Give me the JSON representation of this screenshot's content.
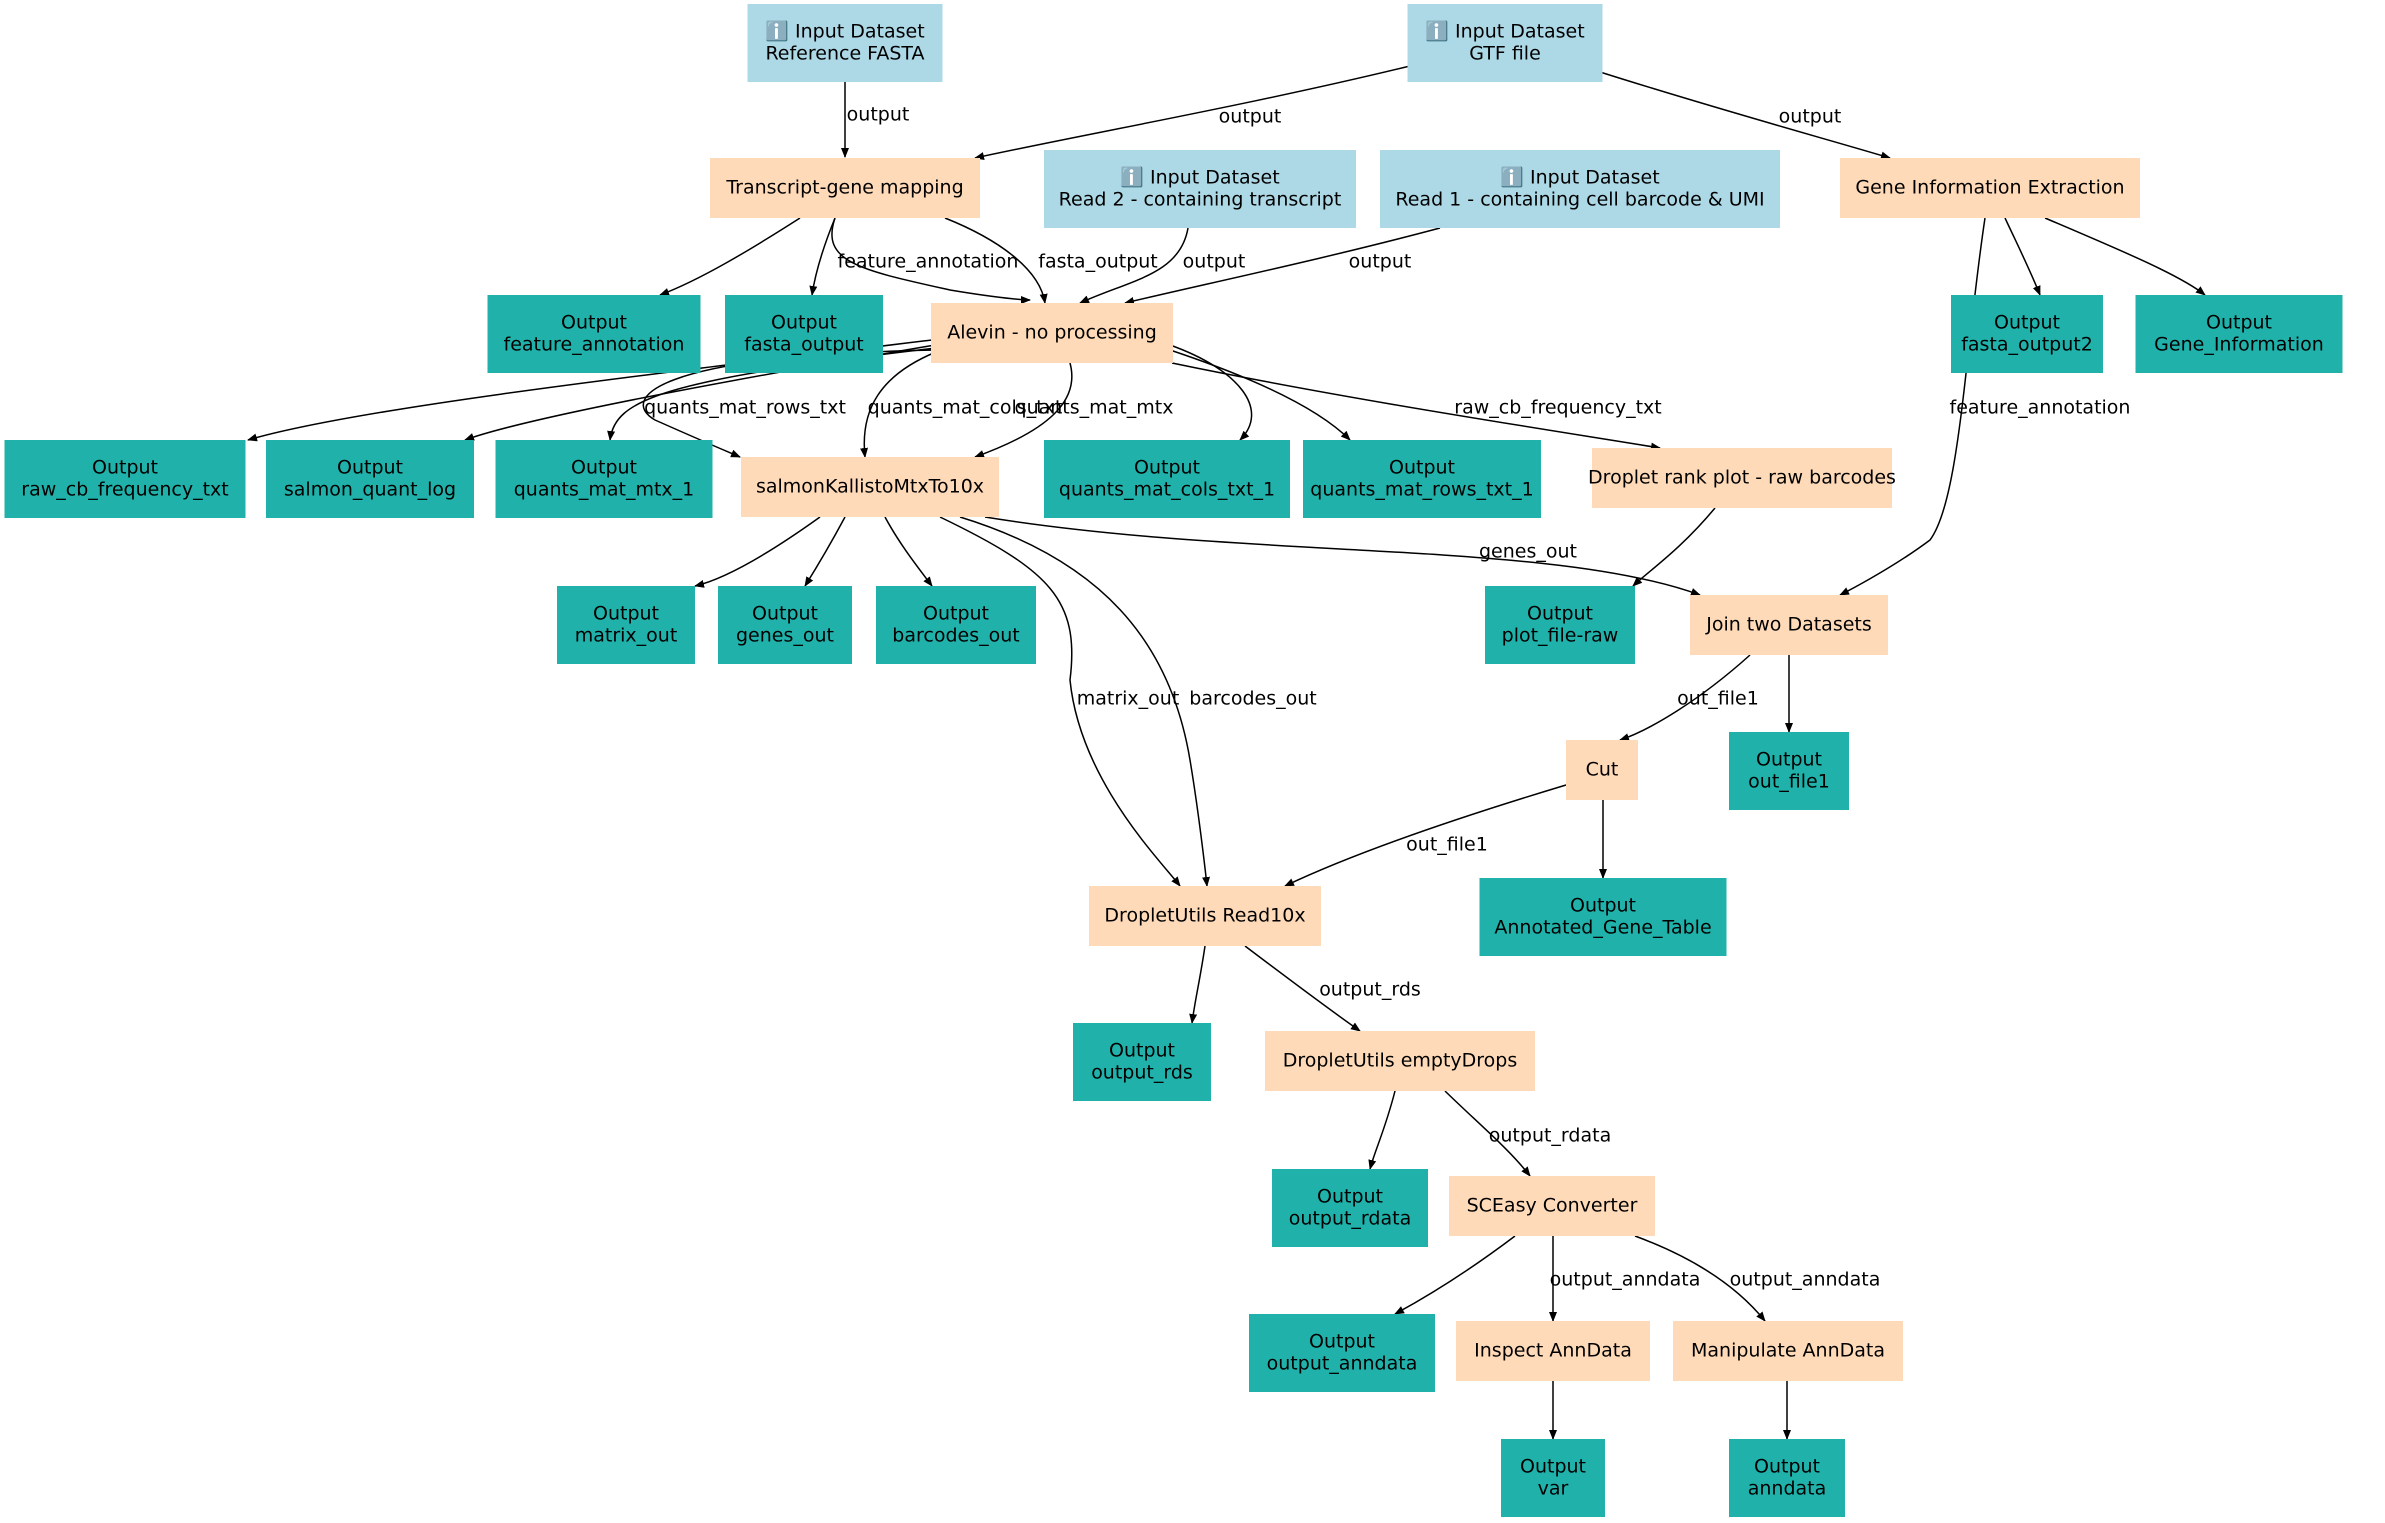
{
  "colors": {
    "input": "#add8e6",
    "tool": "#ffdab9",
    "output": "#20b2aa",
    "edge": "#000000",
    "text": "#000000"
  },
  "nodes": [
    {
      "id": "in_fasta",
      "kind": "input",
      "lines": [
        "ℹ️ Input Dataset",
        "Reference FASTA"
      ]
    },
    {
      "id": "in_gtf",
      "kind": "input",
      "lines": [
        "ℹ️ Input Dataset",
        "GTF file"
      ]
    },
    {
      "id": "in_read2",
      "kind": "input",
      "lines": [
        "ℹ️ Input Dataset",
        "Read 2 - containing transcript"
      ]
    },
    {
      "id": "in_read1",
      "kind": "input",
      "lines": [
        "ℹ️ Input Dataset",
        "Read 1 - containing cell barcode & UMI"
      ]
    },
    {
      "id": "t_map",
      "kind": "tool",
      "lines": [
        "Transcript-gene mapping"
      ]
    },
    {
      "id": "t_gene",
      "kind": "tool",
      "lines": [
        "Gene Information Extraction"
      ]
    },
    {
      "id": "o_feat",
      "kind": "output",
      "lines": [
        "Output",
        "feature_annotation"
      ]
    },
    {
      "id": "o_fasta",
      "kind": "output",
      "lines": [
        "Output",
        "fasta_output"
      ]
    },
    {
      "id": "t_alevin",
      "kind": "tool",
      "lines": [
        "Alevin - no processing"
      ]
    },
    {
      "id": "o_fasta2",
      "kind": "output",
      "lines": [
        "Output",
        "fasta_output2"
      ]
    },
    {
      "id": "o_geneinfo",
      "kind": "output",
      "lines": [
        "Output",
        "Gene_Information"
      ]
    },
    {
      "id": "o_rawcb",
      "kind": "output",
      "lines": [
        "Output",
        "raw_cb_frequency_txt"
      ]
    },
    {
      "id": "o_salmonlog",
      "kind": "output",
      "lines": [
        "Output",
        "salmon_quant_log"
      ]
    },
    {
      "id": "o_mtx1",
      "kind": "output",
      "lines": [
        "Output",
        "quants_mat_mtx_1"
      ]
    },
    {
      "id": "t_salmon",
      "kind": "tool",
      "lines": [
        "salmonKallistoMtxTo10x"
      ]
    },
    {
      "id": "o_cols1",
      "kind": "output",
      "lines": [
        "Output",
        "quants_mat_cols_txt_1"
      ]
    },
    {
      "id": "o_rows1",
      "kind": "output",
      "lines": [
        "Output",
        "quants_mat_rows_txt_1"
      ]
    },
    {
      "id": "t_rank",
      "kind": "tool",
      "lines": [
        "Droplet rank plot - raw barcodes"
      ]
    },
    {
      "id": "o_matrix",
      "kind": "output",
      "lines": [
        "Output",
        "matrix_out"
      ]
    },
    {
      "id": "o_genes",
      "kind": "output",
      "lines": [
        "Output",
        "genes_out"
      ]
    },
    {
      "id": "o_barcodes",
      "kind": "output",
      "lines": [
        "Output",
        "barcodes_out"
      ]
    },
    {
      "id": "o_plot",
      "kind": "output",
      "lines": [
        "Output",
        "plot_file-raw"
      ]
    },
    {
      "id": "t_join",
      "kind": "tool",
      "lines": [
        "Join two Datasets"
      ]
    },
    {
      "id": "t_cut",
      "kind": "tool",
      "lines": [
        "Cut"
      ]
    },
    {
      "id": "o_outfile1",
      "kind": "output",
      "lines": [
        "Output",
        "out_file1"
      ]
    },
    {
      "id": "t_read10x",
      "kind": "tool",
      "lines": [
        "DropletUtils Read10x"
      ]
    },
    {
      "id": "o_annot",
      "kind": "output",
      "lines": [
        "Output",
        "Annotated_Gene_Table"
      ]
    },
    {
      "id": "o_rds",
      "kind": "output",
      "lines": [
        "Output",
        "output_rds"
      ]
    },
    {
      "id": "t_empty",
      "kind": "tool",
      "lines": [
        "DropletUtils emptyDrops"
      ]
    },
    {
      "id": "o_rdata",
      "kind": "output",
      "lines": [
        "Output",
        "output_rdata"
      ]
    },
    {
      "id": "t_sceasy",
      "kind": "tool",
      "lines": [
        "SCEasy Converter"
      ]
    },
    {
      "id": "o_anndata_out",
      "kind": "output",
      "lines": [
        "Output",
        "output_anndata"
      ]
    },
    {
      "id": "t_inspect",
      "kind": "tool",
      "lines": [
        "Inspect AnnData"
      ]
    },
    {
      "id": "t_manip",
      "kind": "tool",
      "lines": [
        "Manipulate AnnData"
      ]
    },
    {
      "id": "o_var",
      "kind": "output",
      "lines": [
        "Output",
        "var"
      ]
    },
    {
      "id": "o_anndata",
      "kind": "output",
      "lines": [
        "Output",
        "anndata"
      ]
    }
  ],
  "edges": [
    {
      "from": "in_fasta",
      "to": "t_map",
      "label": "output"
    },
    {
      "from": "in_gtf",
      "to": "t_map",
      "label": "output"
    },
    {
      "from": "in_gtf",
      "to": "t_gene",
      "label": "output"
    },
    {
      "from": "t_map",
      "to": "o_feat",
      "label": ""
    },
    {
      "from": "t_map",
      "to": "o_fasta",
      "label": ""
    },
    {
      "from": "t_map",
      "to": "t_alevin",
      "label": "feature_annotation"
    },
    {
      "from": "t_map",
      "to": "t_alevin",
      "label": "fasta_output"
    },
    {
      "from": "in_read2",
      "to": "t_alevin",
      "label": "output"
    },
    {
      "from": "in_read1",
      "to": "t_alevin",
      "label": "output"
    },
    {
      "from": "t_gene",
      "to": "o_fasta2",
      "label": ""
    },
    {
      "from": "t_gene",
      "to": "o_geneinfo",
      "label": ""
    },
    {
      "from": "t_gene",
      "to": "t_join",
      "label": "feature_annotation"
    },
    {
      "from": "t_alevin",
      "to": "o_rawcb",
      "label": ""
    },
    {
      "from": "t_alevin",
      "to": "o_salmonlog",
      "label": ""
    },
    {
      "from": "t_alevin",
      "to": "o_mtx1",
      "label": ""
    },
    {
      "from": "t_alevin",
      "to": "t_salmon",
      "label": "quants_mat_rows_txt"
    },
    {
      "from": "t_alevin",
      "to": "t_salmon",
      "label": "quants_mat_cols_txt"
    },
    {
      "from": "t_alevin",
      "to": "t_salmon",
      "label": "quants_mat_mtx"
    },
    {
      "from": "t_alevin",
      "to": "o_cols1",
      "label": ""
    },
    {
      "from": "t_alevin",
      "to": "o_rows1",
      "label": ""
    },
    {
      "from": "t_alevin",
      "to": "t_rank",
      "label": "raw_cb_frequency_txt"
    },
    {
      "from": "t_salmon",
      "to": "o_matrix",
      "label": ""
    },
    {
      "from": "t_salmon",
      "to": "o_genes",
      "label": ""
    },
    {
      "from": "t_salmon",
      "to": "o_barcodes",
      "label": ""
    },
    {
      "from": "t_salmon",
      "to": "t_join",
      "label": "genes_out"
    },
    {
      "from": "t_salmon",
      "to": "t_read10x",
      "label": "matrix_out"
    },
    {
      "from": "t_salmon",
      "to": "t_read10x",
      "label": "barcodes_out"
    },
    {
      "from": "t_rank",
      "to": "o_plot",
      "label": ""
    },
    {
      "from": "t_join",
      "to": "t_cut",
      "label": "out_file1"
    },
    {
      "from": "t_join",
      "to": "o_outfile1",
      "label": ""
    },
    {
      "from": "t_cut",
      "to": "t_read10x",
      "label": "out_file1"
    },
    {
      "from": "t_cut",
      "to": "o_annot",
      "label": ""
    },
    {
      "from": "t_read10x",
      "to": "o_rds",
      "label": ""
    },
    {
      "from": "t_read10x",
      "to": "t_empty",
      "label": "output_rds"
    },
    {
      "from": "t_empty",
      "to": "o_rdata",
      "label": ""
    },
    {
      "from": "t_empty",
      "to": "t_sceasy",
      "label": "output_rdata"
    },
    {
      "from": "t_sceasy",
      "to": "o_anndata_out",
      "label": ""
    },
    {
      "from": "t_sceasy",
      "to": "t_inspect",
      "label": "output_anndata"
    },
    {
      "from": "t_sceasy",
      "to": "t_manip",
      "label": "output_anndata"
    },
    {
      "from": "t_inspect",
      "to": "o_var",
      "label": ""
    },
    {
      "from": "t_manip",
      "to": "o_anndata",
      "label": ""
    }
  ]
}
